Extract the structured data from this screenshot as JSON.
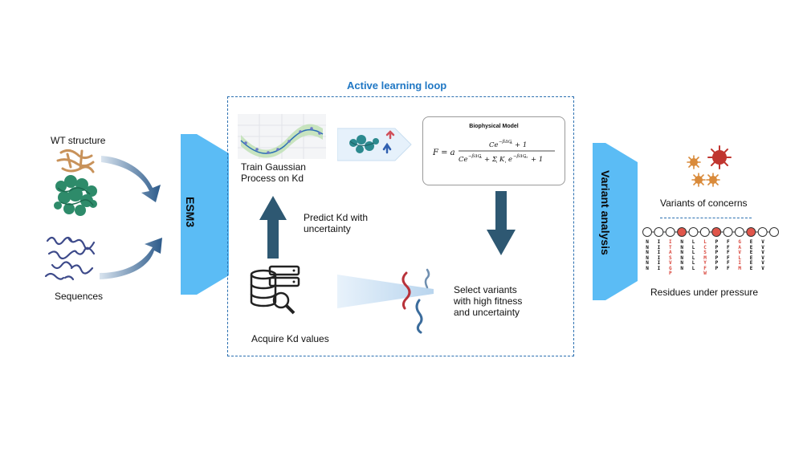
{
  "left": {
    "wt_structure": "WT structure",
    "sequences": "Sequences"
  },
  "esm": {
    "label": "ESM3"
  },
  "loop": {
    "title": "Active learning loop",
    "train": [
      "Train Gaussian",
      "Process on Kd"
    ],
    "predict": [
      "Predict Kd with",
      "uncertainty"
    ],
    "acquire": "Acquire Kd values",
    "select": [
      "Select variants",
      "with high fitness",
      "and uncertainty"
    ],
    "biophysical_title": "Biophysical Model"
  },
  "variant": {
    "label": "Variant analysis"
  },
  "right": {
    "concerns": "Variants of concerns",
    "residues": "Residues under pressure"
  },
  "sequence_columns": [
    {
      "letters": [
        "N",
        "N",
        "N",
        "N",
        "N",
        "N"
      ],
      "highlight": false
    },
    {
      "letters": [
        "I",
        "I",
        "I",
        "I",
        "I",
        "I"
      ],
      "highlight": false
    },
    {
      "letters": [
        "I",
        "T",
        "A",
        "S",
        "V",
        "G",
        "P"
      ],
      "highlight": true
    },
    {
      "letters": [
        "N",
        "N",
        "N",
        "N",
        "N",
        "N"
      ],
      "highlight": false
    },
    {
      "letters": [
        "L",
        "L",
        "L",
        "L",
        "L",
        "L"
      ],
      "highlight": false
    },
    {
      "letters": [
        "L",
        "C",
        "S",
        "M",
        "Y",
        "F",
        "W"
      ],
      "highlight": true
    },
    {
      "letters": [
        "P",
        "P",
        "P",
        "P",
        "P",
        "P"
      ],
      "highlight": false
    },
    {
      "letters": [
        "F",
        "F",
        "F",
        "F",
        "F",
        "F"
      ],
      "highlight": false
    },
    {
      "letters": [
        "G",
        "A",
        "V",
        "L",
        "I",
        "M"
      ],
      "highlight": true
    },
    {
      "letters": [
        "E",
        "E",
        "E",
        "E",
        "E",
        "E"
      ],
      "highlight": false
    },
    {
      "letters": [
        "V",
        "V",
        "V",
        "V",
        "V",
        "V"
      ],
      "highlight": false
    }
  ],
  "colors": {
    "loop_border": "#2a6fb0",
    "title": "#1f77c4",
    "light_blue": "#5bbcf5",
    "dark_arrow": "#2e5872",
    "highlight": "#e0564b"
  }
}
